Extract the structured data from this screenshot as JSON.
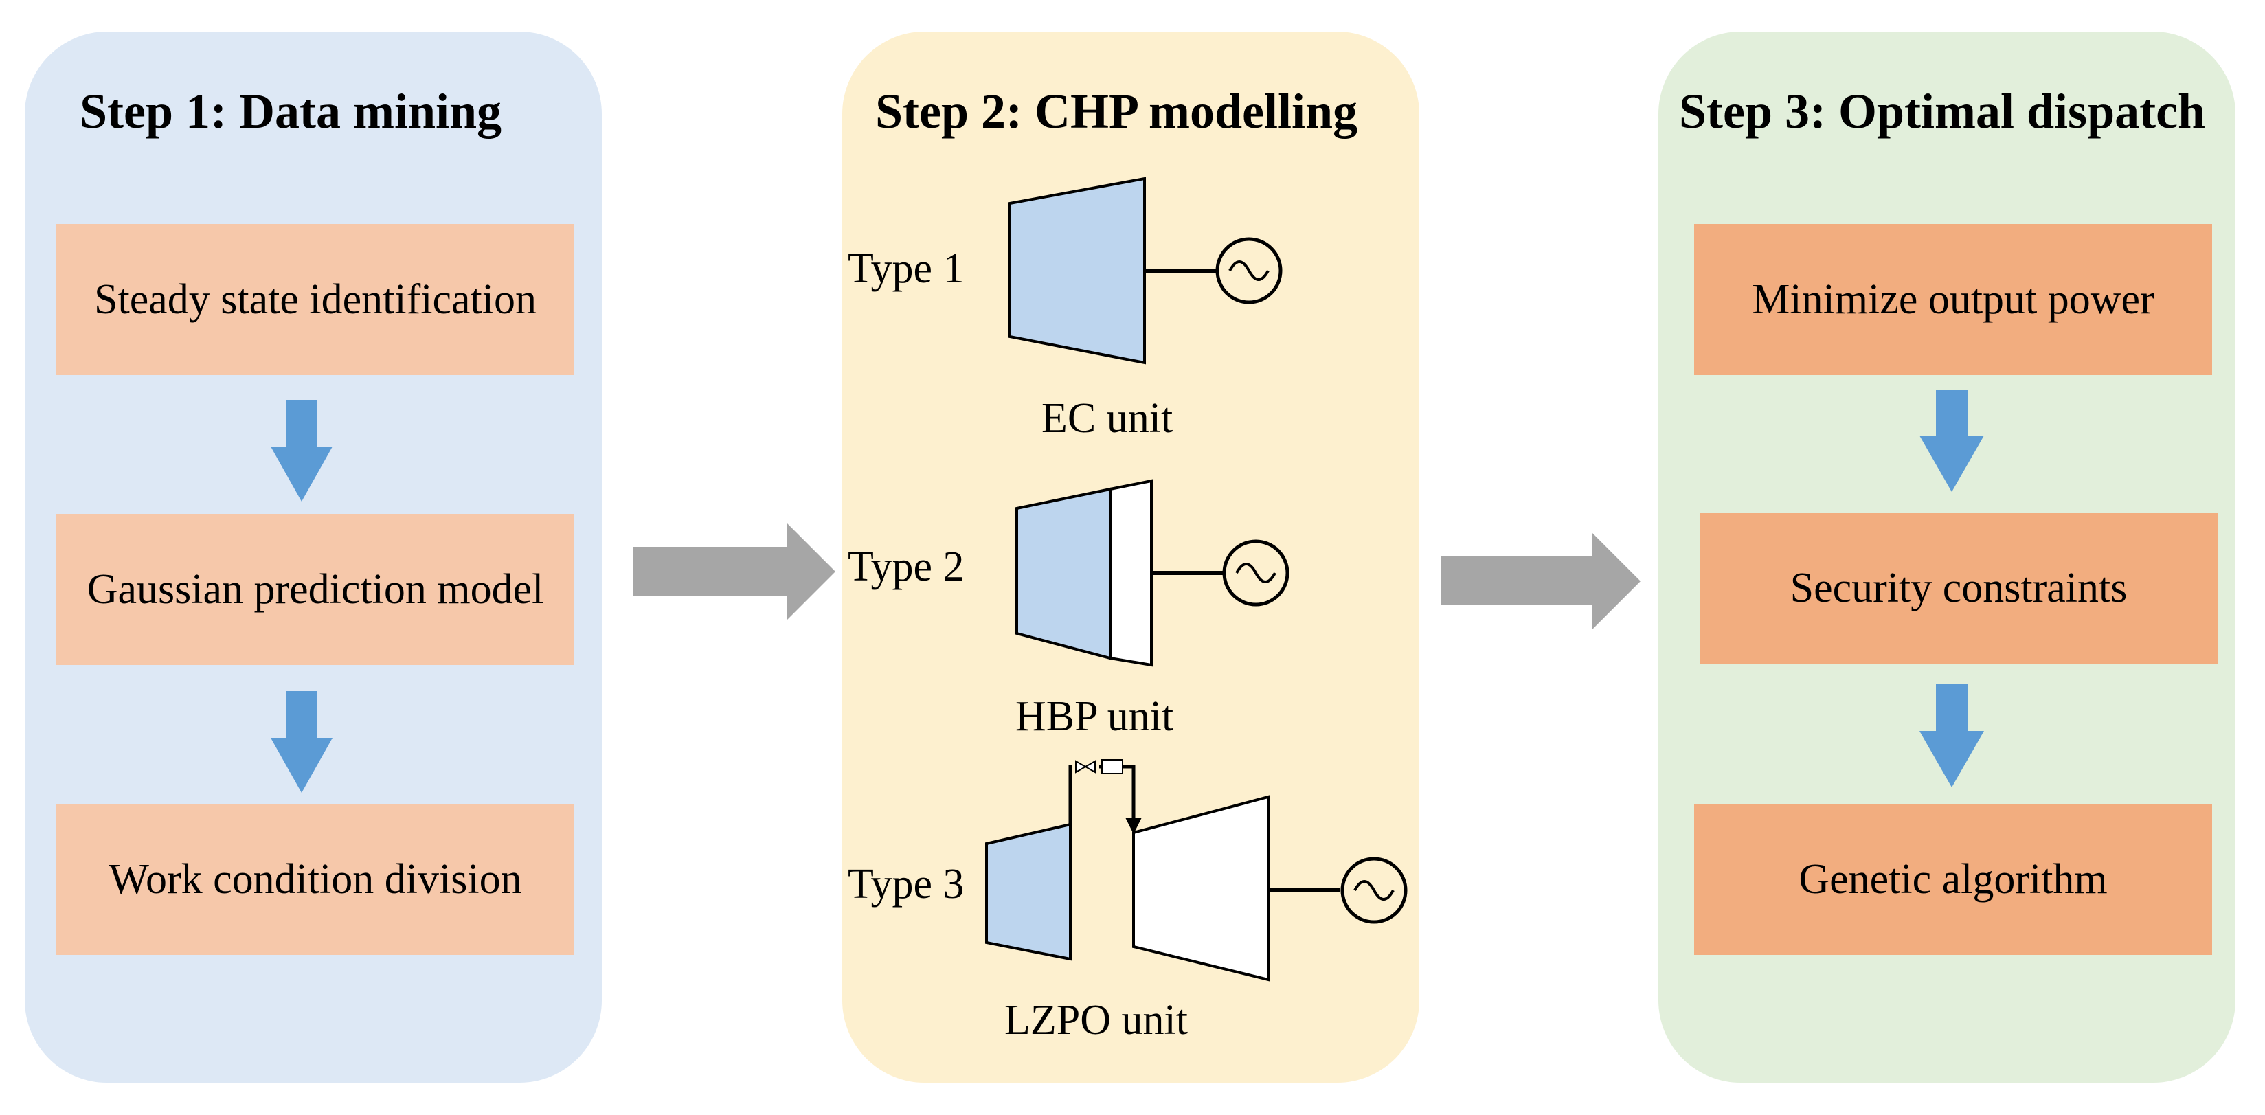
{
  "colors": {
    "panel_blue": "#dde8f5",
    "panel_yellow": "#fdf0cf",
    "panel_green": "#e2efdb",
    "box_step1": "#f6c8aa",
    "box_step3": "#f2ad7f",
    "arrow_blue": "#5b9bd5",
    "arrow_gray": "#a6a6a6",
    "turbine_blue": "#bdd5ee"
  },
  "step1": {
    "title": "Step 1: Data mining",
    "boxes": [
      "Steady state identification",
      "Gaussian prediction model",
      "Work condition division"
    ]
  },
  "step2": {
    "title": "Step 2: CHP modelling",
    "units": [
      {
        "type_label": "Type 1",
        "unit_label": "EC unit"
      },
      {
        "type_label": "Type 2",
        "unit_label": "HBP unit"
      },
      {
        "type_label": "Type 3",
        "unit_label": "LZPO unit"
      }
    ]
  },
  "step3": {
    "title": "Step 3: Optimal dispatch",
    "boxes": [
      "Minimize output power",
      "Security constraints",
      "Genetic algorithm"
    ]
  },
  "icons": {
    "flow_arrow": "down-arrow-icon",
    "stage_arrow": "right-arrow-icon",
    "generator": "ac-generator-icon",
    "turbine": "turbine-icon",
    "valve": "valve-icon"
  }
}
